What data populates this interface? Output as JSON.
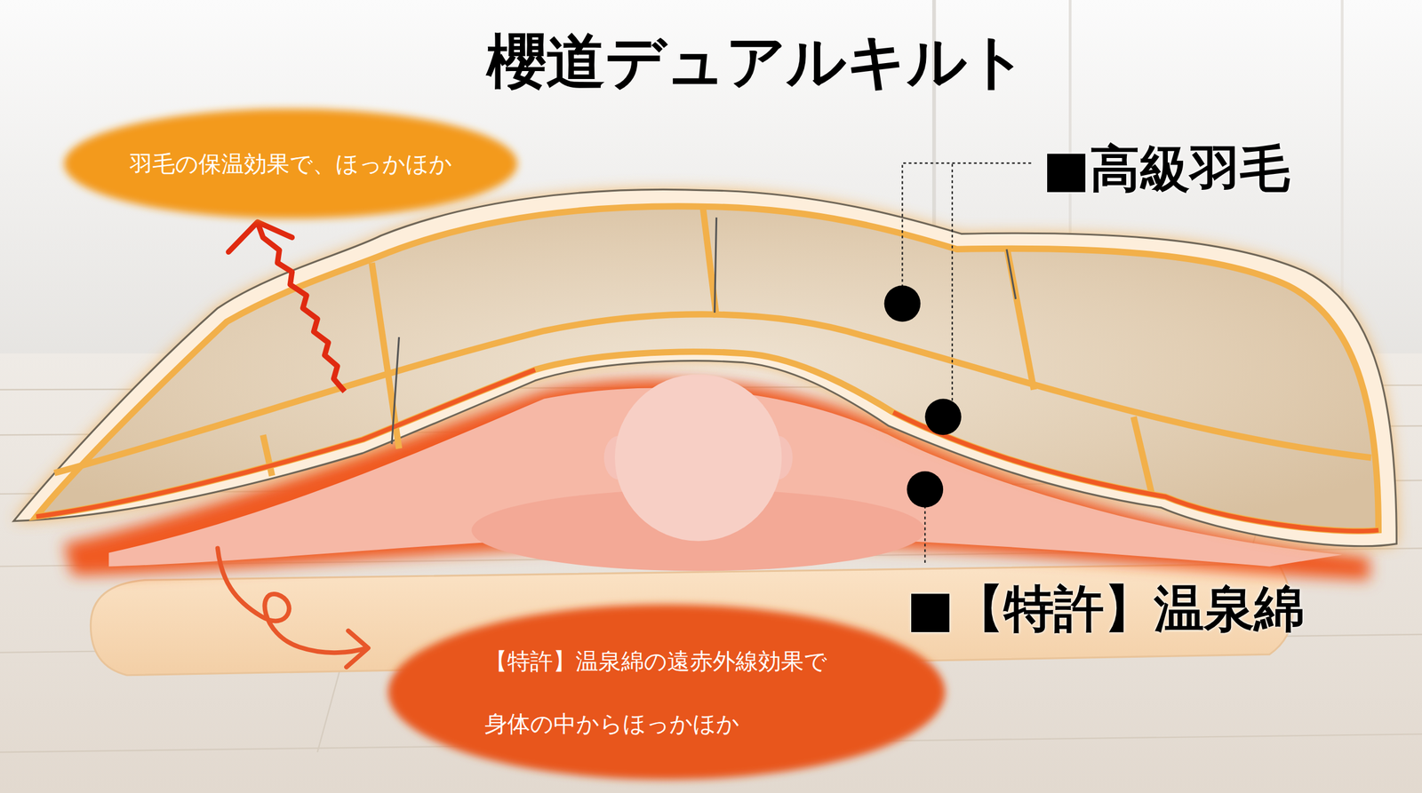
{
  "diagram": {
    "title": "櫻道デュアルキルト",
    "nodes": [
      {
        "text": [
          "羽毛の保温効果で、ほっかほか"
        ]
      },
      {
        "text": [
          "【特許】温泉綿の遠赤外線効果で 身体の中からほっかほか"
        ]
      }
    ],
    "labels": [
      "■高級羽毛",
      "■【特許】温泉綿"
    ]
  }
}
